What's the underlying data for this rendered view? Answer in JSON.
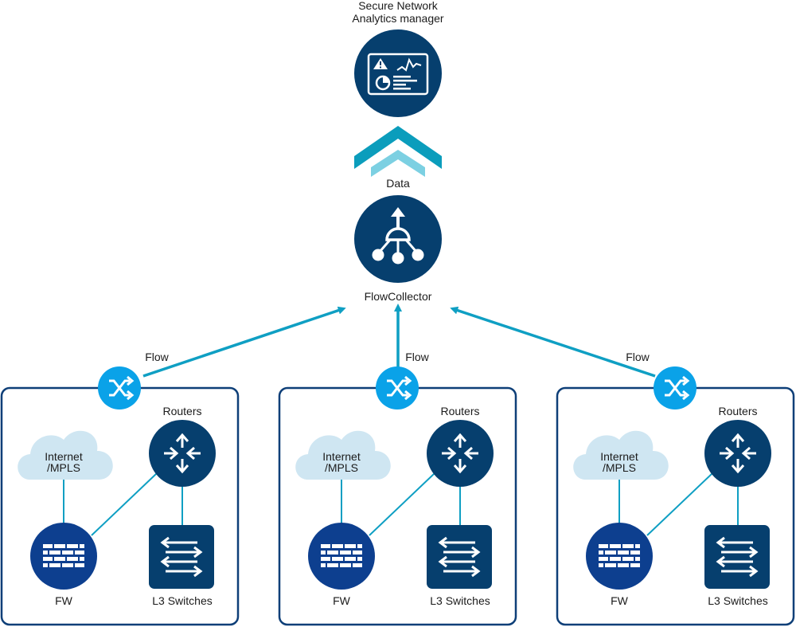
{
  "manager": {
    "title_line1": "Secure Network",
    "title_line2": "Analytics manager"
  },
  "data_label": "Data",
  "collector": {
    "label": "FlowCollector"
  },
  "sites": [
    {
      "flow_label": "Flow",
      "cloud_line1": "Internet",
      "cloud_line2": "/MPLS",
      "routers_label": "Routers",
      "fw_label": "FW",
      "switches_label": "L3 Switches"
    },
    {
      "flow_label": "Flow",
      "cloud_line1": "Internet",
      "cloud_line2": "/MPLS",
      "routers_label": "Routers",
      "fw_label": "FW",
      "switches_label": "L3 Switches"
    },
    {
      "flow_label": "Flow",
      "cloud_line1": "Internet",
      "cloud_line2": "/MPLS",
      "routers_label": "Routers",
      "fw_label": "FW",
      "switches_label": "L3 Switches"
    }
  ],
  "colors": {
    "navy": "#063f6e",
    "fw_blue": "#0d3f8f",
    "accent_teal": "#0f9fc3",
    "flow_blue": "#0aa2e8",
    "chevron_dark": "#0b9dbc",
    "chevron_light": "#7cd0e2",
    "cloud": "#cfe6f2",
    "site_border": "#0e3f78"
  }
}
